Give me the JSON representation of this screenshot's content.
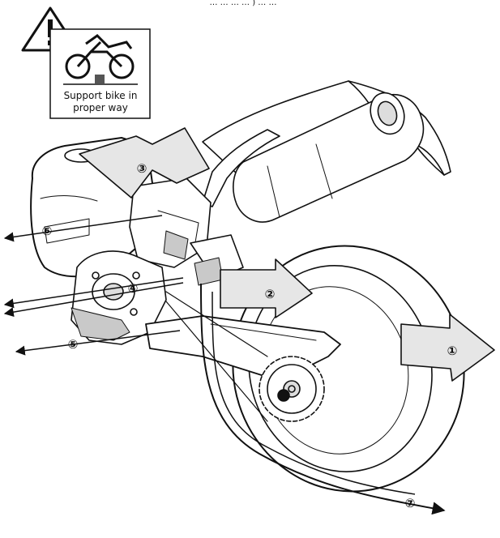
{
  "header_fragment": "… … … …  ) … …",
  "warning_sign": {
    "icon": "warning-triangle",
    "pictogram": "motorcycle-on-stand",
    "caption_line1": "Support bike in",
    "caption_line2": "proper way"
  },
  "callouts": [
    {
      "id": "1",
      "label": "①"
    },
    {
      "id": "2",
      "label": "②"
    },
    {
      "id": "3",
      "label": "③"
    },
    {
      "id": "4",
      "label": "④"
    },
    {
      "id": "5",
      "label": "⑤"
    },
    {
      "id": "6",
      "label": "⑥"
    },
    {
      "id": "7",
      "label": "⑦"
    }
  ],
  "colors": {
    "line": "#111111",
    "arrow_fill": "#e6e6e6",
    "shading": "#c9c9c9",
    "background": "#ffffff"
  }
}
